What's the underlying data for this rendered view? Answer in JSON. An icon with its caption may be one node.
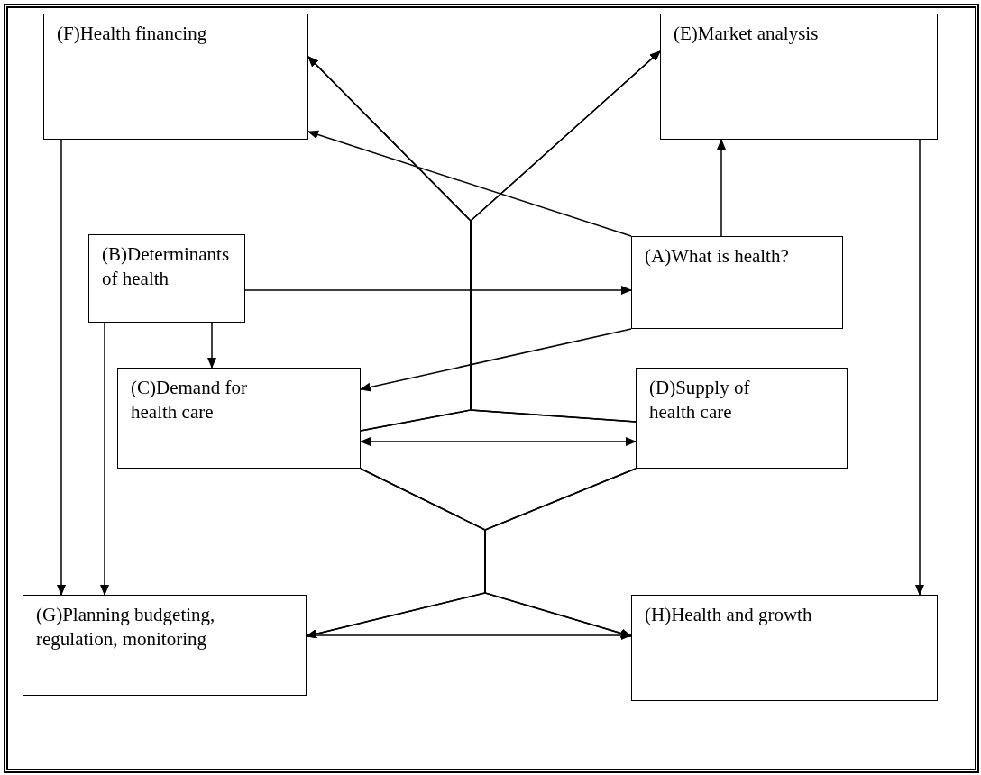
{
  "diagram": {
    "nodes": [
      {
        "text": [
          "(F)Health financing"
        ]
      },
      {
        "text": [
          "(E)Market analysis"
        ]
      },
      {
        "text": [
          "(B)Determinants of health"
        ]
      },
      {
        "text": [
          "(A)What is health?"
        ]
      },
      {
        "text": [
          "(C)Demand for health care"
        ]
      },
      {
        "text": [
          "(D)Supply of health care"
        ]
      },
      {
        "text": [
          "(G)Planning budgeting, regulation, monitoring"
        ]
      },
      {
        "text": [
          "(H)Health and growth"
        ]
      }
    ],
    "edges": [
      {
        "from": 0,
        "to": 6,
        "arrow": "to"
      },
      {
        "from": 2,
        "to": 6,
        "arrow": "to"
      },
      {
        "from": 2,
        "to": 4,
        "arrow": "to"
      },
      {
        "from": 2,
        "to": 3,
        "arrow": "to"
      },
      {
        "from": 3,
        "to": 1,
        "arrow": "to"
      },
      {
        "from": 3,
        "to": 0,
        "arrow": "to"
      },
      {
        "from": 3,
        "to": 4,
        "arrow": "to"
      },
      {
        "from": 1,
        "to": 7,
        "arrow": "to"
      },
      {
        "from": 4,
        "to": 5,
        "arrow": "both"
      },
      {
        "from": 6,
        "to": 7,
        "arrow": "to"
      },
      {
        "from": 4,
        "to": 0,
        "arrow": "to"
      },
      {
        "from": 4,
        "to": 1,
        "arrow": "to"
      },
      {
        "from": 5,
        "to": 0,
        "arrow": "to"
      },
      {
        "from": 5,
        "to": 1,
        "arrow": "to"
      },
      {
        "from": 4,
        "to": 6,
        "arrow": "to"
      },
      {
        "from": 4,
        "to": 7,
        "arrow": "to"
      },
      {
        "from": 5,
        "to": 6,
        "arrow": "to"
      },
      {
        "from": 5,
        "to": 7,
        "arrow": "to"
      }
    ]
  }
}
